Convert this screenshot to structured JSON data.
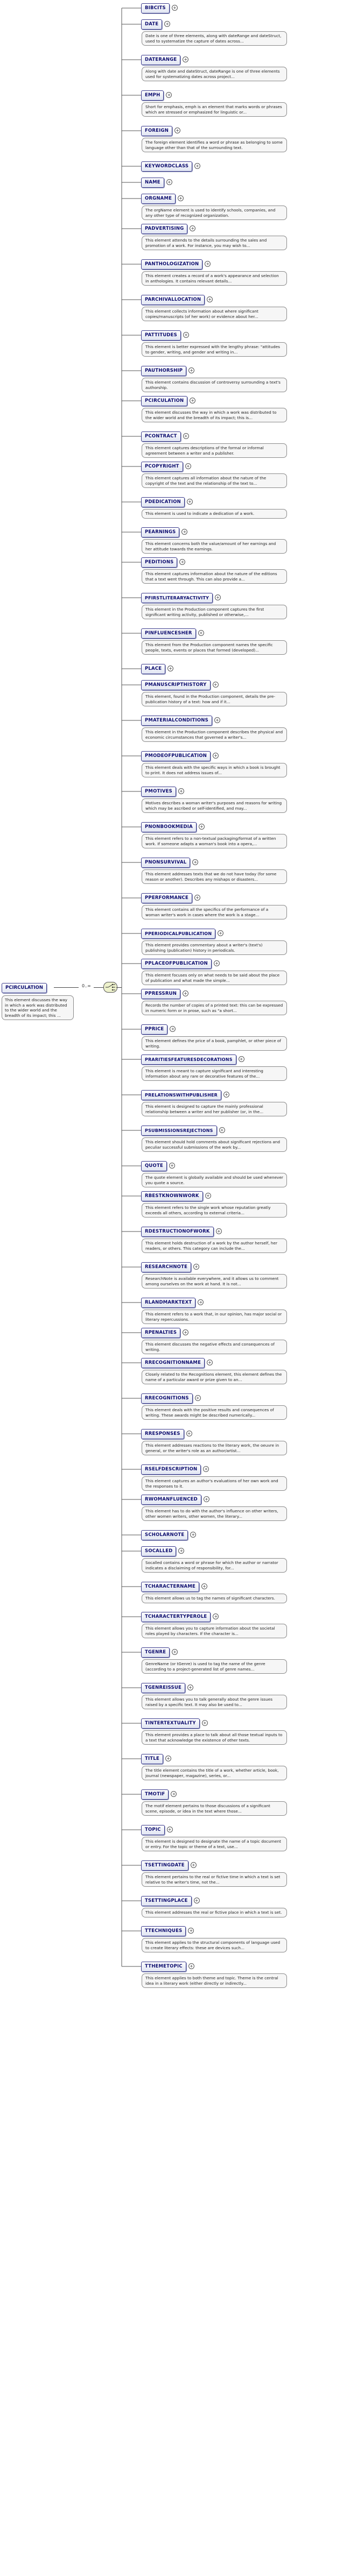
{
  "root": {
    "name": "PCIRCULATION",
    "description": "This element discusses the way in which a work was distributed to the wider world and the breadth of its impact; this ...",
    "cardinality": "0..∞"
  },
  "choice": {
    "icon": "choice-compositor-icon"
  },
  "children": [
    {
      "name": "BIBCITS",
      "description": ""
    },
    {
      "name": "DATE",
      "description": "Date is one of three elements, along with dateRange and dateStruct, used to systematize the capture of dates across..."
    },
    {
      "name": "DATERANGE",
      "description": "Along with date and dateStruct, dateRange is one of three elements used for systematizing dates across project..."
    },
    {
      "name": "EMPH",
      "description": "Short for emphasis, emph is an element that marks words or phrases which are stressed or emphasized for linguistic or..."
    },
    {
      "name": "FOREIGN",
      "description": "The foreign element identifies a word or phrase as belonging to some language other than that of the surrounding text."
    },
    {
      "name": "KEYWORDCLASS",
      "description": ""
    },
    {
      "name": "NAME",
      "description": ""
    },
    {
      "name": "ORGNAME",
      "description": "The orgName element is used to identify schools, companies, and any other type of recognized organization."
    },
    {
      "name": "PADVERTISING",
      "description": "This element attends to the details surrounding the sales and promotion of a work. For instance, you may wish to..."
    },
    {
      "name": "PANTHOLOGIZATION",
      "description": "This element creates a record of a work's appearance and selection in anthologies. It contains relevant details..."
    },
    {
      "name": "PARCHIVALLOCATION",
      "description": "This element collects information about where significant copies/manuscripts (of her work) or evidence about her..."
    },
    {
      "name": "PATTITUDES",
      "description": "This element is better expressed with the lengthy phrase: \"attitudes to gender, writing, and gender and writing in..."
    },
    {
      "name": "PAUTHORSHIP",
      "description": "This element contains discussion of controversy surrounding a text's authorship."
    },
    {
      "name": "PCIRCULATION",
      "description": "This element discusses the way in which a work was distributed to the wider world and the breadth of its impact; this is..."
    },
    {
      "name": "PCONTRACT",
      "description": "This element captures descriptions of the formal or informal agreement between a writer and a publisher."
    },
    {
      "name": "PCOPYRIGHT",
      "description": "This element captures all information about the nature of the copyright of the text and the relationship of the text to..."
    },
    {
      "name": "PDEDICATION",
      "description": "This element is used to indicate a dedication of a work."
    },
    {
      "name": "PEARNINGS",
      "description": "This element concerns both the value/amount of her earnings and her attitude towards the earnings."
    },
    {
      "name": "PEDITIONS",
      "description": "This element captures information about the nature of the editions that a text went through. This can also provide a..."
    },
    {
      "name": "PFIRSTLITERARYACTIVITY",
      "description": "This element in the Production component captures the first significant writing activity, published or otherwise,..."
    },
    {
      "name": "PINFLUENCESHER",
      "description": "This element from the Production component names the specific people, texts, events or places that formed (developed)..."
    },
    {
      "name": "PLACE",
      "description": ""
    },
    {
      "name": "PMANUSCRIPTHISTORY",
      "description": "This element, found in the Production component, details the pre-publication history of a text: how and if it..."
    },
    {
      "name": "PMATERIALCONDITIONS",
      "description": "This element in the Production component describes the physical and economic circumstances that governed a writer's..."
    },
    {
      "name": "PMODEOFPUBLICATION",
      "description": "This element deals with the specific ways in which a book is brought to print. It does not address issues of..."
    },
    {
      "name": "PMOTIVES",
      "description": "Motives describes a woman writer's purposes and reasons for writing which may be ascribed or self-identified, and may..."
    },
    {
      "name": "PNONBOOKMEDIA",
      "description": "This element refers to a non-textual packaging/format of a written work. If someone adapts a woman's book into a opera,..."
    },
    {
      "name": "PNONSURVIVAL",
      "description": "This element addresses texts that we do not have today (for some reason or another). Describes any mishaps or disasters..."
    },
    {
      "name": "PPERFORMANCE",
      "description": "This element contains all the specifics of the performance of a woman writer's work in cases where the work is a stage..."
    },
    {
      "name": "PPERIODICALPUBLICATION",
      "description": "This element provides commentary about a writer's (text's) publishing (publication) history in periodicals."
    },
    {
      "name": "PPLACEOFPUBLICATION",
      "description": "This element focuses only on what needs to be said about the place of publication and what made the simple..."
    },
    {
      "name": "PPRESSRUN",
      "description": "Records the number of copies of a printed text: this can be expressed in numeric form or in prose, such as \"a short..."
    },
    {
      "name": "PPRICE",
      "description": "This element defines the price of a book, pamphlet, or other piece of writing."
    },
    {
      "name": "PRARITIESFEATURESDECORATIONS",
      "description": "This element is meant to capture significant and interesting information about any rare or decorative features of the..."
    },
    {
      "name": "PRELATIONSWITHPUBLISHER",
      "description": "This element is designed to capture the mainly professional relationship between a writer and her publisher (or, in the..."
    },
    {
      "name": "PSUBMISSIONSREJECTIONS",
      "description": "This element should hold comments about significant rejections and peculiar successful submissions of the work by..."
    },
    {
      "name": "QUOTE",
      "description": "The quote element is globally available and should be used whenever you quote a source."
    },
    {
      "name": "RBESTKNOWNWORK",
      "description": "This element refers to the single work whose reputation greatly exceeds all others, according to external criteria..."
    },
    {
      "name": "RDESTRUCTIONOFWORK",
      "description": "This element holds destruction of a work by the author herself, her readers, or others. This category can include the..."
    },
    {
      "name": "RESEARCHNOTE",
      "description": "ResearchNote is available everywhere, and it allows us to comment among ourselves on the work at hand. It is not..."
    },
    {
      "name": "RLANDMARKTEXT",
      "description": "This element refers to a work that, in our opinion, has major social or literary repercussions."
    },
    {
      "name": "RPENALTIES",
      "description": "This element discusses the negative effects and consequences of writing."
    },
    {
      "name": "RRECOGNITIONNAME",
      "description": "Closely related to the Recognitions element, this element defines the name of a particular award or prize given to an..."
    },
    {
      "name": "RRECOGNITIONS",
      "description": "This element deals with the positive results and consequences of writing. These awards might be described numerically..."
    },
    {
      "name": "RRESPONSES",
      "description": "This element addresses reactions to the literary work, the oeuvre in general, or the writer's role as an author/artist..."
    },
    {
      "name": "RSELFDESCRIPTION",
      "description": "This element captures an author's evaluations of her own work and the responses to it."
    },
    {
      "name": "RWOMANFLUENCED",
      "description": "This element has to do with the author's influence on other writers, other women writers, other women, the literary..."
    },
    {
      "name": "SCHOLARNOTE",
      "description": ""
    },
    {
      "name": "SOCALLED",
      "description": "Socalled contains a word or phrase for which the author or narrator indicates a disclaiming of responsibility, for..."
    },
    {
      "name": "TCHARACTERNAME",
      "description": "This element allows us to tag the names of significant characters."
    },
    {
      "name": "TCHARACTERTYPEROLE",
      "description": "This element allows you to capture information about the societal roles played by characters. If the character is..."
    },
    {
      "name": "TGENRE",
      "description": "GenreName (or tGenre) is used to tag the name of the genre (according to a project-generated list of genre names..."
    },
    {
      "name": "TGENREISSUE",
      "description": "This element allows you to talk generally about the genre issues raised by a specific text. It may also be used to..."
    },
    {
      "name": "TINTERTEXTUALITY",
      "description": "This element provides a place to talk about all those textual inputs to a text that acknowledge the existence of other texts."
    },
    {
      "name": "TITLE",
      "description": "The title element contains the title of a work, whether article, book, journal (newspaper, magazine), series, or..."
    },
    {
      "name": "TMOTIF",
      "description": "The motif element pertains to those discussions of a significant scene, episode, or idea in the text where those..."
    },
    {
      "name": "TOPIC",
      "description": "This element is designed to designate the name of a topic document or entry. For the topic or theme of a text, use..."
    },
    {
      "name": "TSETTINGDATE",
      "description": "This element pertains to the real or fictive time in which a text is set relative to the writer's time, not the..."
    },
    {
      "name": "TSETTINGPLACE",
      "description": "This element addresses the real or fictive place in which a text is set."
    },
    {
      "name": "TTECHNIQUES",
      "description": "This element applies to the structural components of language used to create literary effects: these are devices such..."
    },
    {
      "name": "TTHEMETOPIC",
      "description": "This element applies to both theme and topic. Theme is the central idea in a literary work (either directly or indirectly..."
    }
  ]
}
